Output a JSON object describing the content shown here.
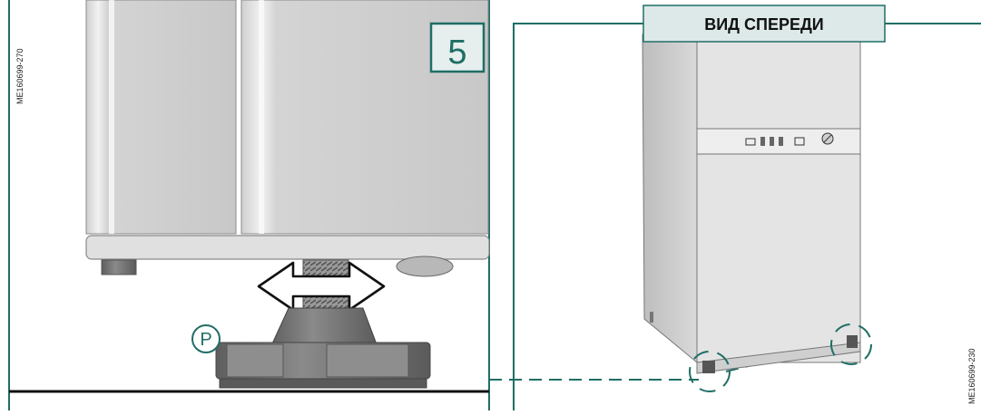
{
  "step_number": "5",
  "view_title": "ВИД СПЕРЕДИ",
  "part_label": "P",
  "left_image_code": "ME160699-270",
  "right_image_code": "ME160699-230",
  "colors": {
    "frame_teal": "#1f6e66",
    "header_fill": "#dde9e8",
    "fridge_body": "#d8d8d8",
    "fridge_shadow": "#a9a9a9",
    "foot_dark": "#6a6a6a",
    "arrow_fill": "#ffffff"
  },
  "icons": {
    "arrow": "double-headed-horizontal-arrow",
    "label_circle": "circled-letter-label",
    "highlight": "dashed-circle-callout"
  }
}
